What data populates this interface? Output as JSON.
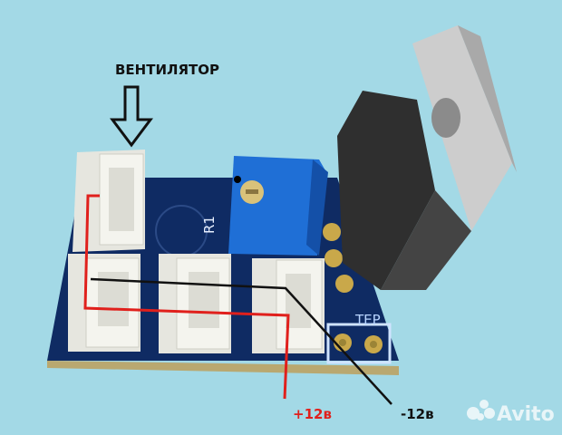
{
  "labels": {
    "fan": "ВЕНТИЛЯТОР",
    "resistor": "R1",
    "silkscreen": "TEP",
    "plus": "+12в",
    "minus": "-12в"
  },
  "watermark": "Avito",
  "colors": {
    "background": "#a3d9e6",
    "board": "#0f2b63",
    "connector": "#efefe8",
    "potentiometer": "#1f6fd6",
    "transistor": "#3a3a3a",
    "heatsink_tab": "#c8c8c8",
    "positive_wire": "#e0201c",
    "negative_wire": "#111111"
  }
}
